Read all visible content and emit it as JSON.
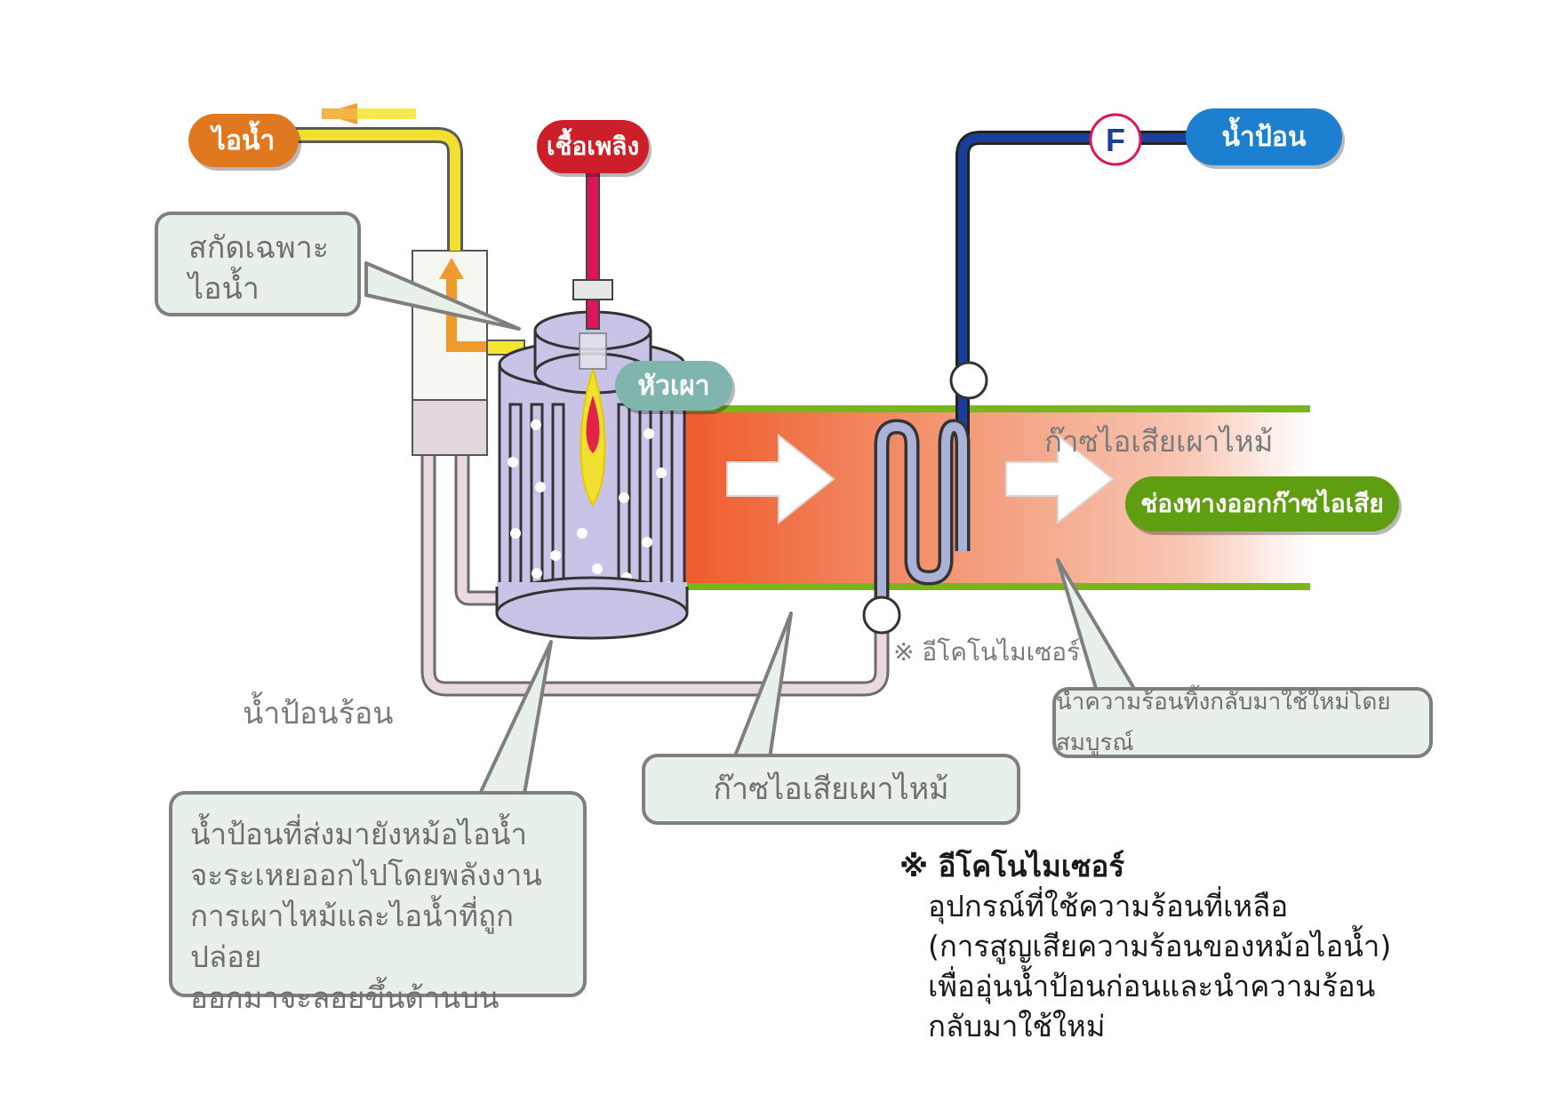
{
  "labels": {
    "steam": "ไอน้ำ",
    "fuel": "เชื้อเพลิง",
    "feedwater": "น้ำป้อน",
    "flowmeter": "F",
    "burner": "หัวเผา",
    "exhaust_outlet": "ช่องทางออกก๊าซไอเสีย",
    "exhaust_gas_in_duct": "ก๊าซไอเสียเผาไหม้",
    "economizer_marker": "※ อีโคโนไมเซอร์",
    "hot_feedwater": "น้ำป้อนร้อน"
  },
  "callouts": {
    "extract_steam": [
      "สกัดเฉพาะ",
      "ไอน้ำ"
    ],
    "feedwater_to_boiler": [
      "น้ำป้อนที่ส่งมายังหม้อไอน้ำ",
      "จะระเหยออกไปโดยพลังงาน",
      "การเผาไหม้และไอน้ำที่ถูกปล่อย",
      "ออกมาจะลอยขึ้นด้านบน"
    ],
    "exhaust_gas": "ก๊าซไอเสียเผาไหม้",
    "heat_recovery": "นำความร้อนทิ้งกลับมาใช้ใหม่โดยสมบูรณ์"
  },
  "note": {
    "title": "※ อีโคโนไมเซอร์",
    "lines": [
      "อุปกรณ์ที่ใช้ความร้อนที่เหลือ",
      "(การสูญเสียความร้อนของหม้อไอน้ำ)",
      "เพื่ออุ่นน้ำป้อนก่อนและนำความร้อน",
      "กลับมาใช้ใหม่"
    ]
  },
  "colors": {
    "steam_pill": "#e07820",
    "fuel_pill": "#cc1f2a",
    "feedwater_pill": "#1c7fd0",
    "burner_pill": "#7fb5ad",
    "outlet_pill": "#5f9e10",
    "steam_pipe": "#f2e030",
    "fuel_pipe": "#e0145c",
    "feed_pipe": "#1a3f9a",
    "duct_green": "#7ab51d",
    "gas_hot": "#ef5a2a",
    "boiler": "#c9c3e8"
  }
}
